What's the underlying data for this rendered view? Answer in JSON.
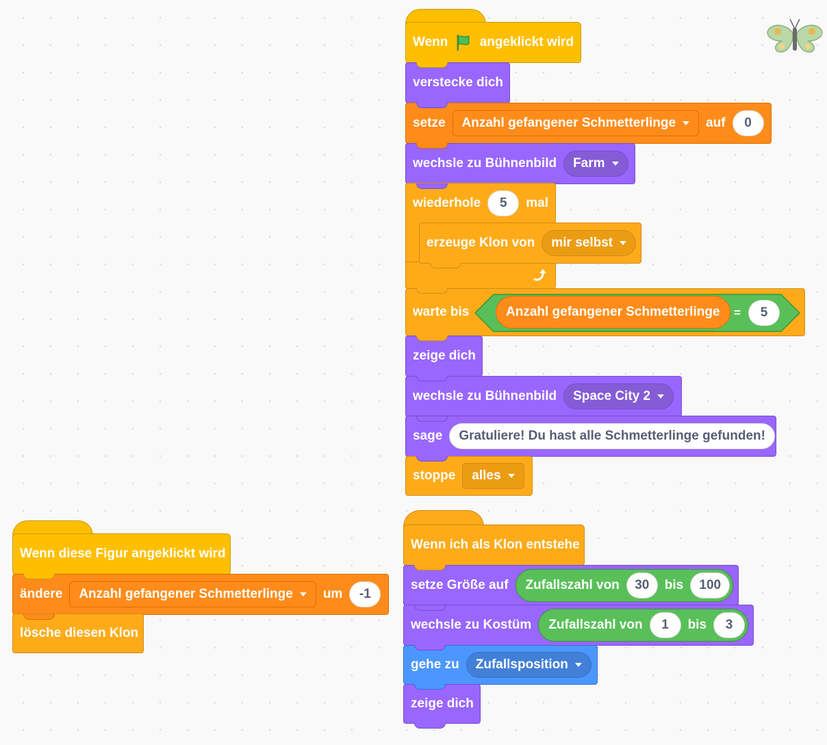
{
  "script_flag": {
    "when_before": "Wenn",
    "when_after": "angeklickt wird",
    "hide": "verstecke dich",
    "set_label": "setze",
    "set_var": "Anzahl gefangener Schmetterlinge",
    "set_to": "auf",
    "set_value": "0",
    "switch_backdrop_1": "wechsle zu Bühnenbild",
    "backdrop_1": "Farm",
    "repeat_label": "wiederhole",
    "repeat_count": "5",
    "repeat_unit": "mal",
    "clone_label": "erzeuge Klon von",
    "clone_target": "mir selbst",
    "wait_label": "warte bis",
    "wait_var": "Anzahl gefangener Schmetterlinge",
    "equals": "=",
    "wait_value": "5",
    "show": "zeige dich",
    "switch_backdrop_2": "wechsle zu Bühnenbild",
    "backdrop_2": "Space City 2",
    "say_label": "sage",
    "say_text": "Gratuliere! Du hast alle Schmetterlinge gefunden!",
    "stop_label": "stoppe",
    "stop_option": "alles"
  },
  "script_sprite_click": {
    "hat": "Wenn diese Figur angeklickt wird",
    "change_label": "ändere",
    "change_var": "Anzahl gefangener Schmetterlinge",
    "change_by": "um",
    "change_value": "-1",
    "delete_clone": "lösche diesen Klon"
  },
  "script_clone": {
    "hat": "Wenn ich als Klon entstehe",
    "set_size_label": "setze Größe auf",
    "random_1_label": "Zufallszahl von",
    "random_1_from": "30",
    "random_1_to_label": "bis",
    "random_1_to": "100",
    "switch_costume_label": "wechsle zu Kostüm",
    "random_2_label": "Zufallszahl von",
    "random_2_from": "1",
    "random_2_to_label": "bis",
    "random_2_to": "3",
    "goto_label": "gehe zu",
    "goto_target": "Zufallsposition",
    "show": "zeige dich"
  },
  "icons": {
    "flag": "green-flag-icon",
    "loop_arrow": "loop-arrow-icon",
    "dropdown": "chevron-down-icon",
    "sprite": "butterfly-icon"
  },
  "colors": {
    "events": "#ffbf00",
    "looks": "#9966ff",
    "variables": "#ff8c1a",
    "control": "#ffab19",
    "operators": "#59c059",
    "motion": "#4c97ff"
  }
}
